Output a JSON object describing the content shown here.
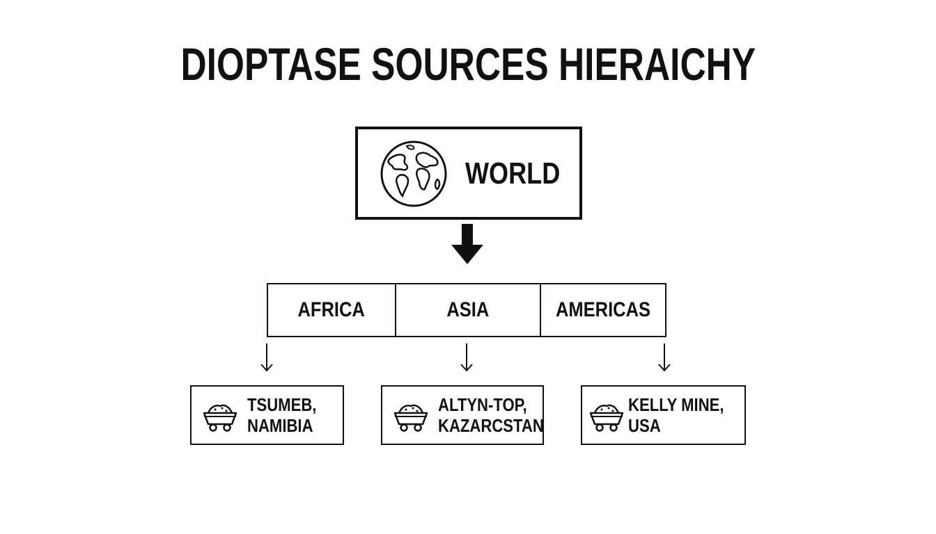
{
  "title": "DIOPTASE SOURCES HIERAICHY",
  "root": {
    "label": "WORLD",
    "icon": "globe-icon"
  },
  "regions": [
    {
      "label": "AFRICA"
    },
    {
      "label": "ASIA"
    },
    {
      "label": "AMERICAS"
    }
  ],
  "localities": [
    {
      "label": "TSUMEB,\nNAMIBIA",
      "icon": "mine-cart-icon"
    },
    {
      "label": "ALTYN-TOP,\nKAZARCSTAN",
      "icon": "mine-cart-icon"
    },
    {
      "label": "KELLY MINE, USA",
      "icon": "mine-cart-icon"
    }
  ],
  "colors": {
    "stroke": "#111111",
    "background": "#ffffff"
  }
}
